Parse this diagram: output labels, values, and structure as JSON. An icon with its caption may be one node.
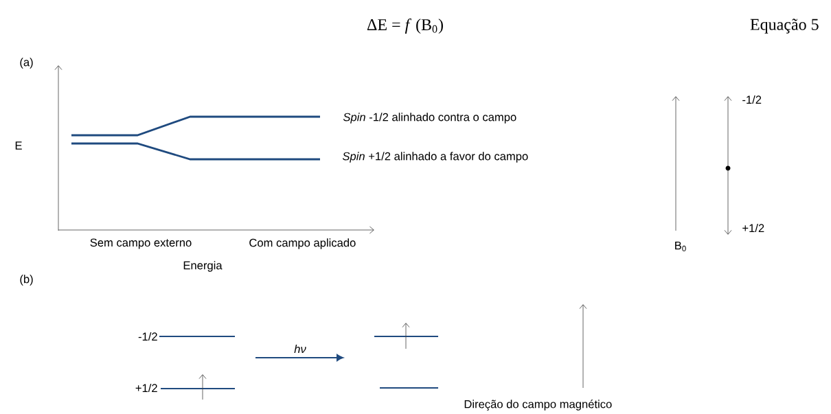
{
  "diagram": {
    "labels": [
      "ΔE = *f* (B$_{0}$)",
      "Equação 5",
      "(a)",
      "E",
      "*Spin* -1/2  alinhado contra o campo",
      "*Spin* +1/2  alinhado a favor do campo",
      "-1/2",
      "+1/2",
      "Sem campo externo",
      "Com campo aplicado",
      "B$_{0}$",
      "Energia",
      "(b)",
      "-1/2",
      "hν",
      "+1/2",
      "Direção do campo magnético"
    ]
  }
}
